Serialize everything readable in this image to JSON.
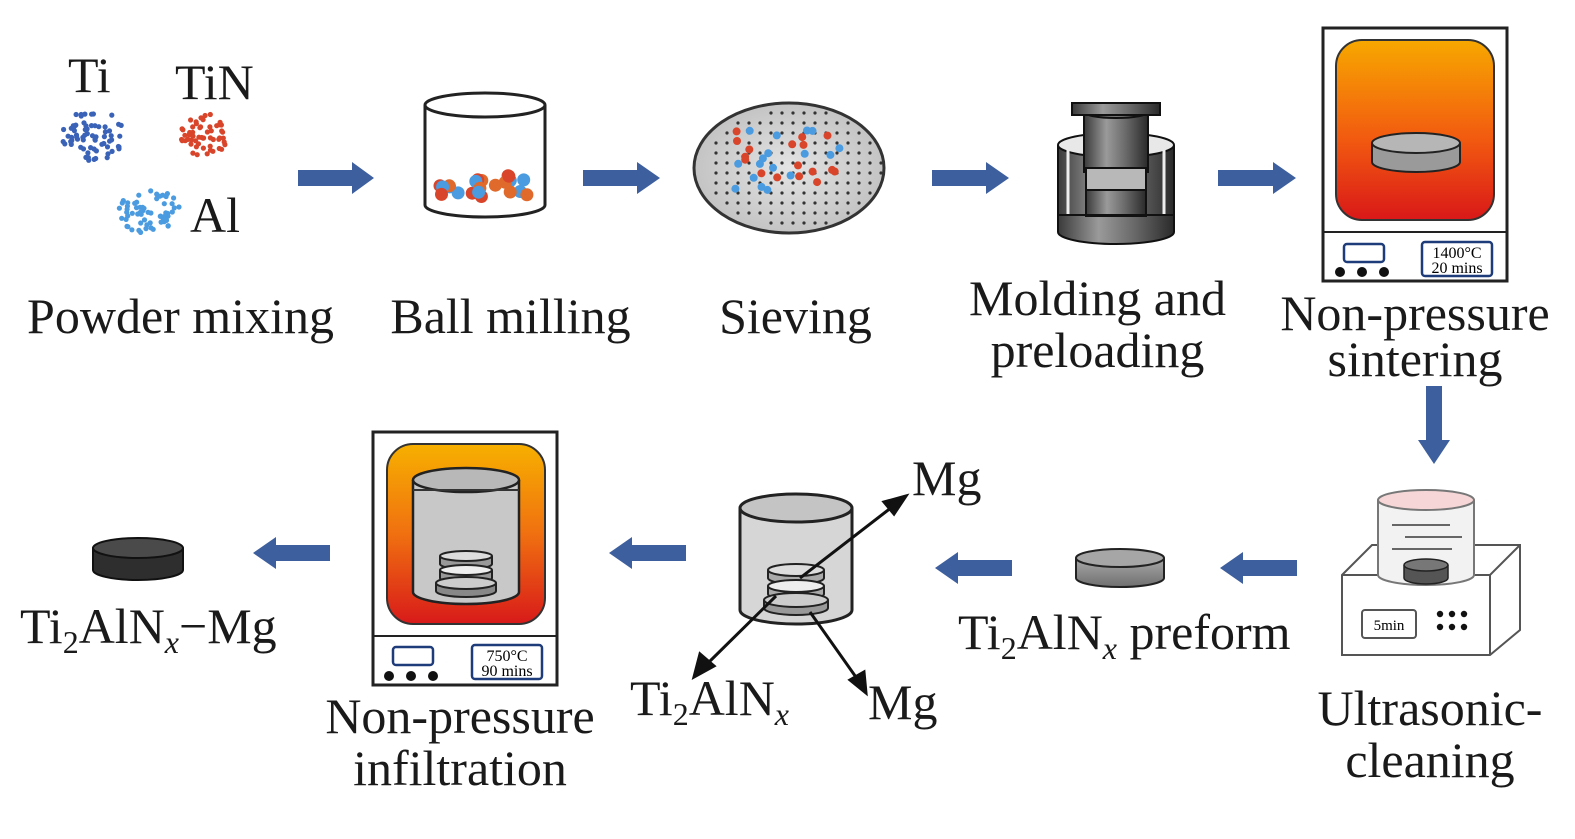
{
  "powders": {
    "ti": "Ti",
    "tin": "TiN",
    "al": "Al"
  },
  "steps": {
    "powder_mixing": "Powder mixing",
    "ball_milling": "Ball milling",
    "sieving": "Sieving",
    "molding_line1": "Molding and",
    "molding_line2": "preloading",
    "sintering_line1": "Non-pressure",
    "sintering_line2": "sintering",
    "ultrasonic_line1": "Ultrasonic-",
    "ultrasonic_line2": "cleaning",
    "infiltration_line1": "Non-pressure",
    "infiltration_line2": "infiltration"
  },
  "furnace_sintering": {
    "temp": "1400°C",
    "time": "20 mins"
  },
  "furnace_infiltration": {
    "temp": "750°C",
    "time": "90 mins"
  },
  "ultrasonic_display": "5min",
  "labels": {
    "mg_top": "Mg",
    "mg_bottom": "Mg",
    "ti": "Ti",
    "two": "2",
    "aln": "AlN",
    "x": "x",
    "preform_word": "preform",
    "product_suffix": "−Mg"
  },
  "colors": {
    "arrow": "#3d5f9e",
    "ti_particle": "#3a63b8",
    "tin_particle": "#d9452a",
    "al_particle": "#4a9be0",
    "furnace_hot": "#e52020",
    "furnace_warm": "#f6a800"
  }
}
